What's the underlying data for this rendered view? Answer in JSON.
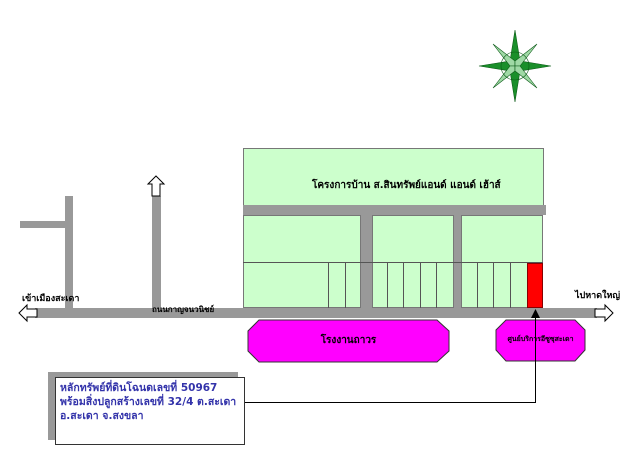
{
  "project_label": "โครงการบ้าน ส.สินทรัพย์แอนด์ แอนด์ เฮ้าส์",
  "factory_label": "โรงงานถาวร",
  "service_center_label": "ศูนย์บริการอีซูซุสะเดา",
  "left_direction": "เข้าเมืองสะเดา",
  "right_direction": "ไปหาดใหญ่",
  "main_road_label": "ถนนกาญจนวนิชย์",
  "info": {
    "line1": "หลักทรัพย์ที่ดินโฉนดเลขที่ 50967",
    "line2": "พร้อมสิ่งปลูกสร้างเลขที่ 32/4 ต.สะเดา",
    "line3": "อ.สะเดา จ.สงขลา"
  },
  "colors": {
    "block": "#ccffcc",
    "road": "#999999",
    "target": "#ff0000",
    "landmark": "#ff00ff",
    "compass": "#1a8f2a"
  }
}
